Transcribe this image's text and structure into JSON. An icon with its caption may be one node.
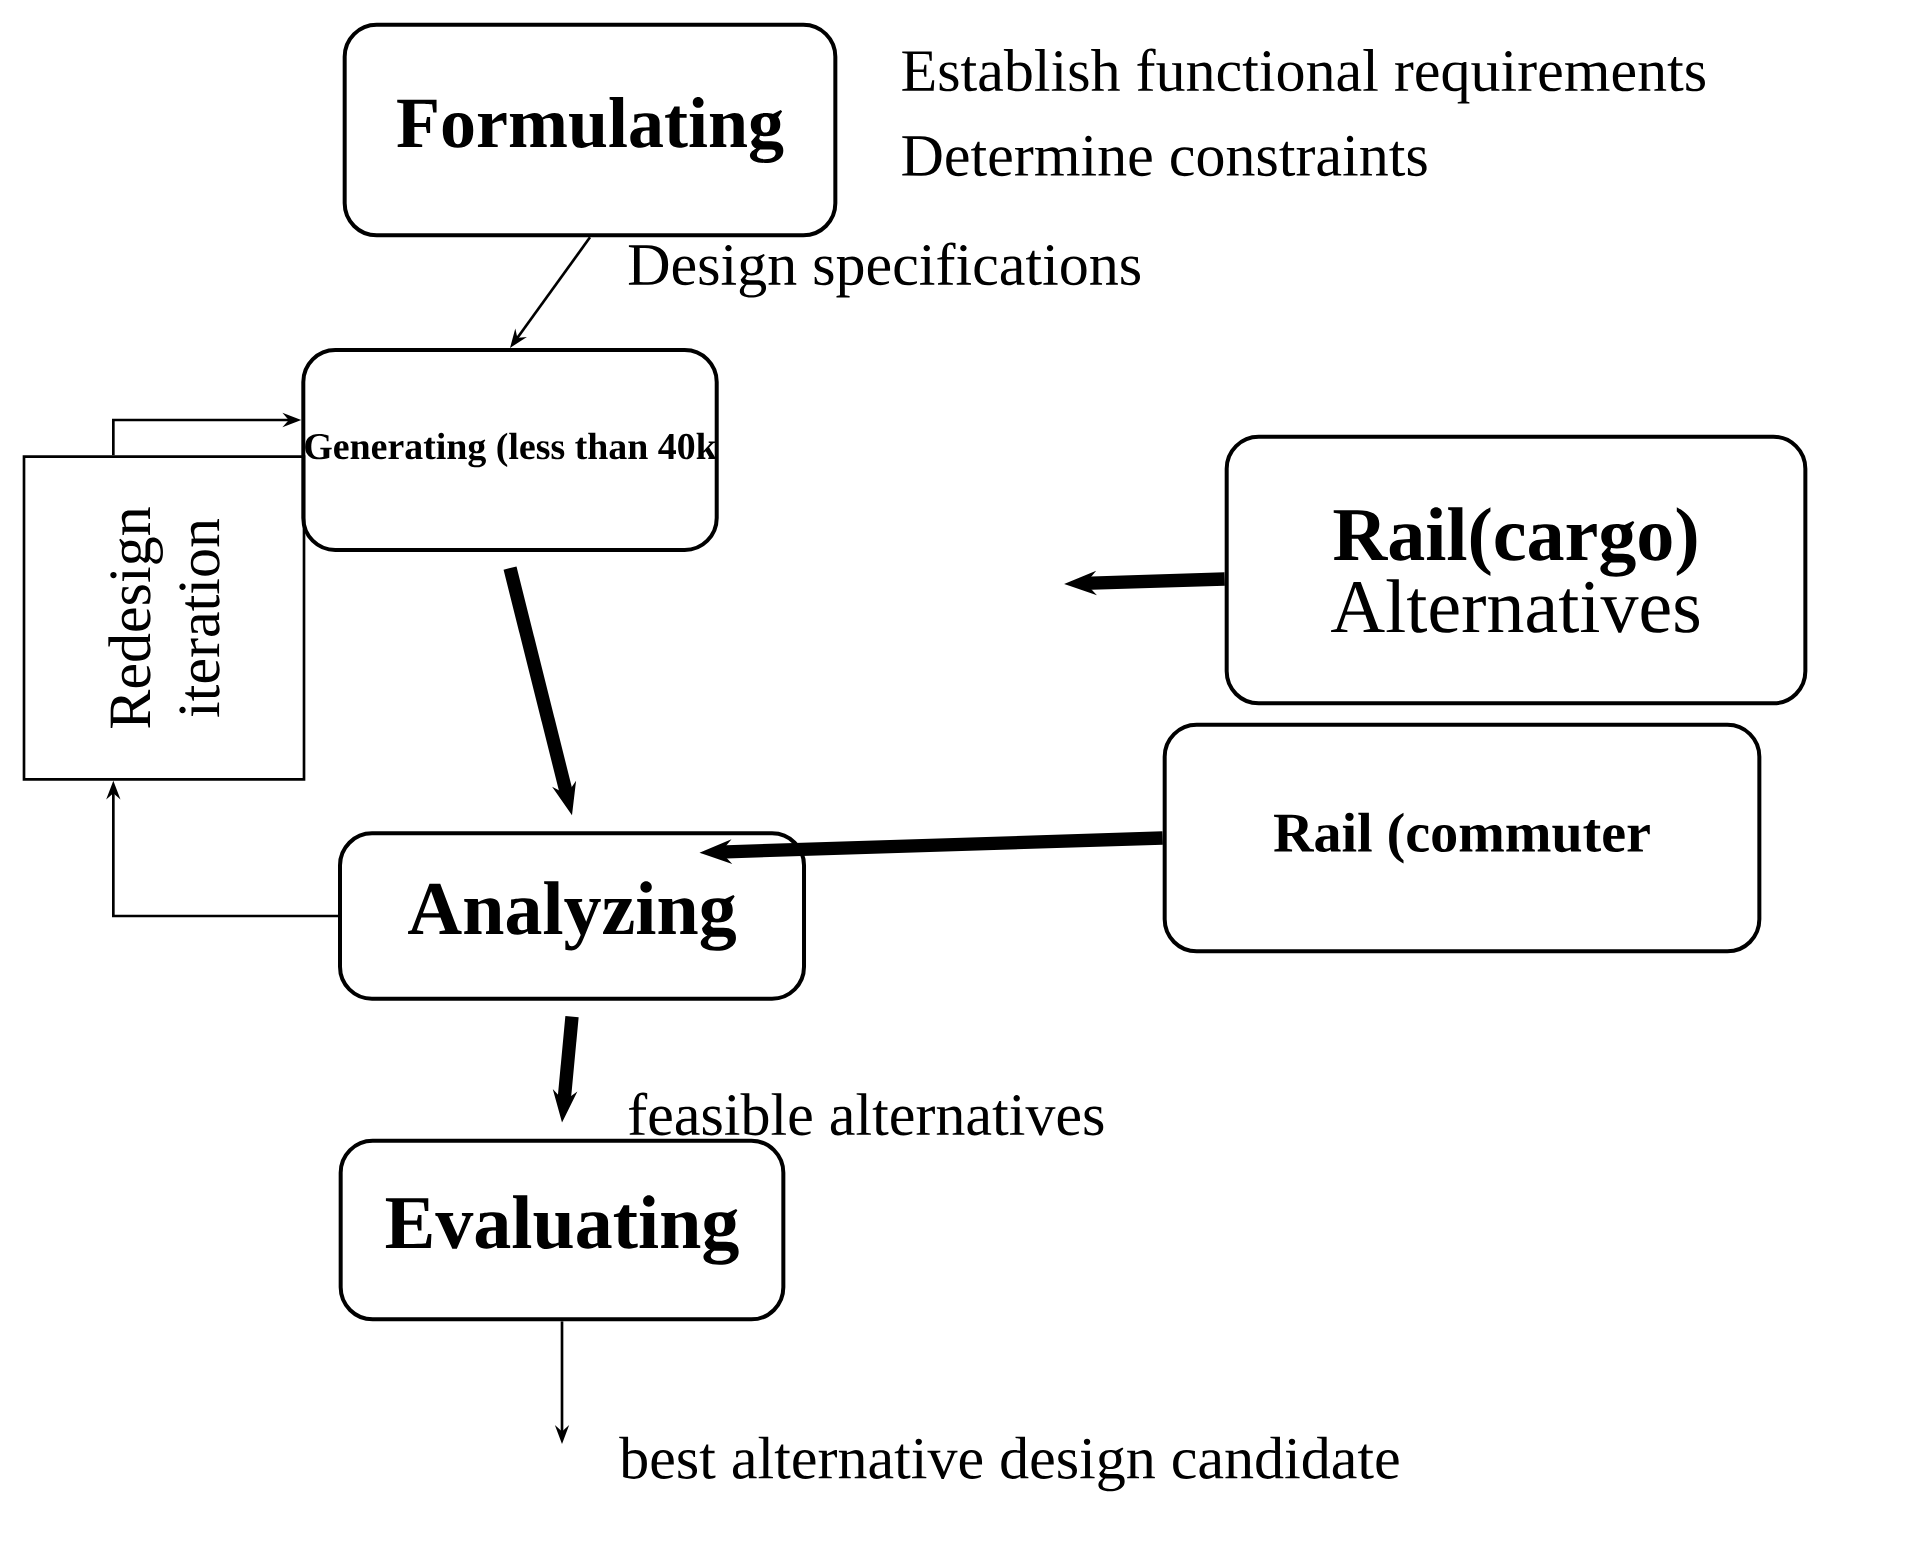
{
  "diagram": {
    "nodes": [
      {
        "text": [
          "Formulating"
        ],
        "beside": [
          "Establish functional requirements",
          "Determine constraints"
        ]
      },
      {
        "text": [
          "Generating (less than 40k"
        ]
      },
      {
        "text": [
          "Redesign iteration"
        ]
      },
      {
        "text": [
          "Rail(cargo)",
          "Alternatives"
        ]
      },
      {
        "text": [
          "Analyzing"
        ]
      },
      {
        "text": [
          "Rail (commuter"
        ]
      },
      {
        "text": [
          "Evaluating"
        ]
      }
    ],
    "edges": [
      {
        "from": 0,
        "to": 1,
        "arrow": "to",
        "label": "Design specifications"
      },
      {
        "from": 2,
        "to": 1,
        "arrow": "to"
      },
      {
        "from": 1,
        "to": 4,
        "arrow": "to",
        "style": "thick"
      },
      {
        "from": 3,
        "to": null,
        "arrow": "to",
        "style": "thick"
      },
      {
        "from": 5,
        "to": 4,
        "arrow": "to",
        "style": "thick"
      },
      {
        "from": 4,
        "to": 2,
        "arrow": "to"
      },
      {
        "from": 4,
        "to": 6,
        "arrow": "to",
        "style": "thick",
        "label": "feasible alternatives"
      },
      {
        "from": 6,
        "to": null,
        "arrow": "to",
        "label": "best alternative design candidate"
      }
    ]
  }
}
